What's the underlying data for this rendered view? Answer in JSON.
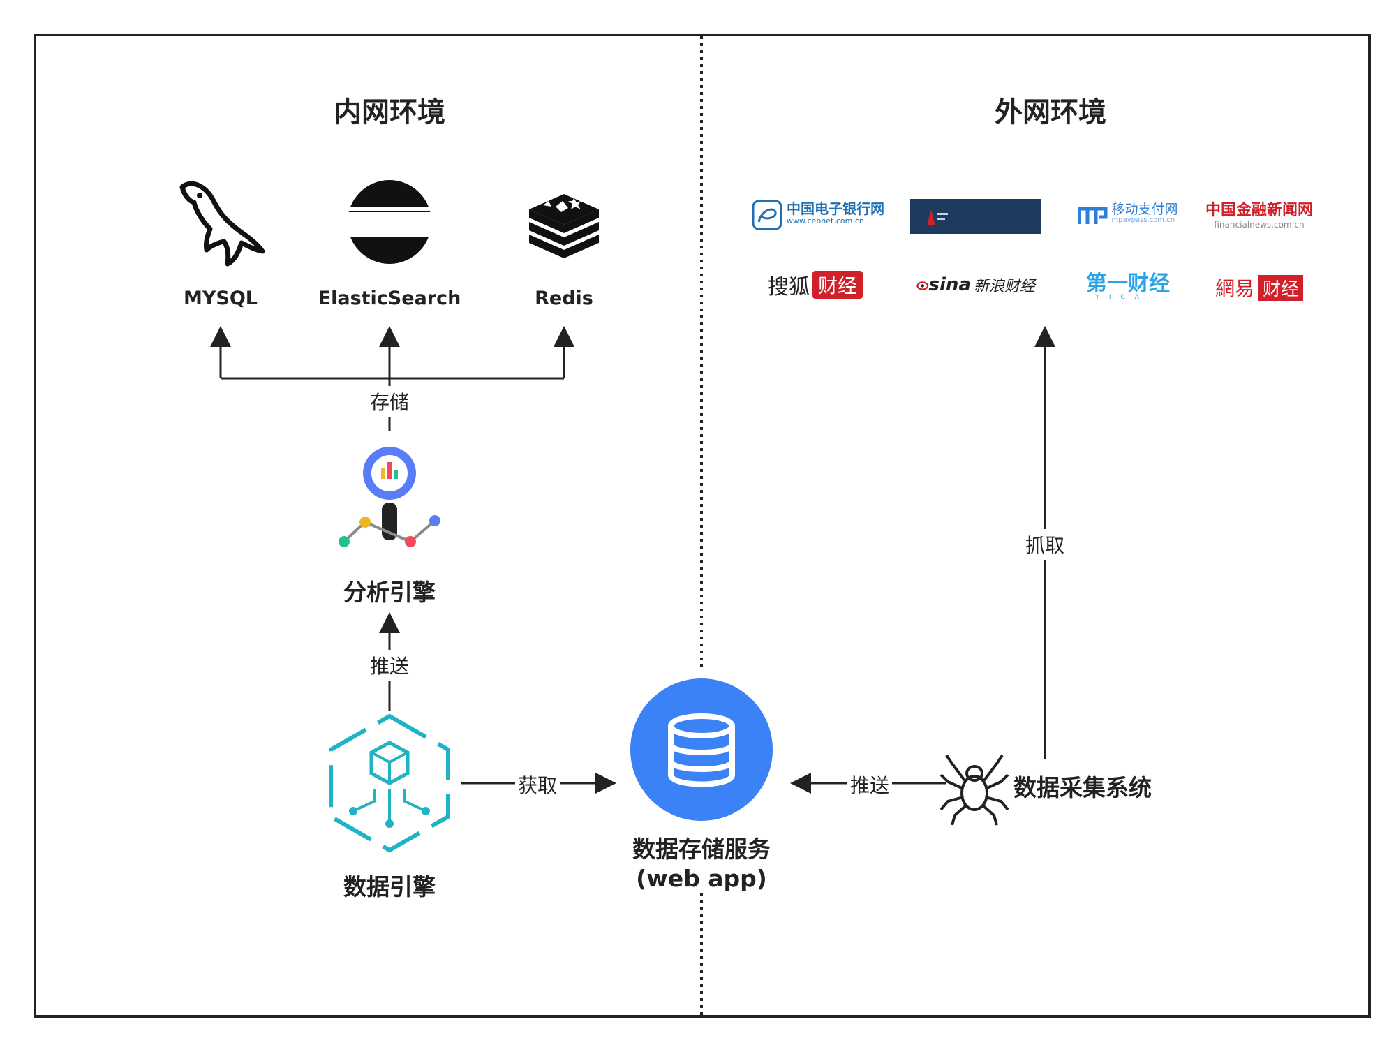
{
  "zones": {
    "intranet_title": "内网环境",
    "extranet_title": "外网环境"
  },
  "databases": [
    {
      "name": "MYSQL",
      "icon": "mysql-dolphin-icon"
    },
    {
      "name": "ElasticSearch",
      "icon": "elasticsearch-icon"
    },
    {
      "name": "Redis",
      "icon": "redis-icon"
    }
  ],
  "nodes": {
    "analysis_engine": "分析引擎",
    "data_engine": "数据引擎",
    "storage_service_line1": "数据存储服务",
    "storage_service_line2": "(web app)",
    "collection_system": "数据采集系统"
  },
  "edges": {
    "store": "存储",
    "push_analysis": "推送",
    "fetch": "获取",
    "push_storage": "推送",
    "crawl": "抓取"
  },
  "sources": [
    {
      "name": "中国电子银行网",
      "sub": "www.cebnet.com.cn",
      "color": "#1f6fb2"
    },
    {
      "name": "",
      "sub": "",
      "color": "#1d3a5f"
    },
    {
      "name": "移动支付网",
      "sub": "mpaypass.com.cn",
      "color": "#2b7fd6"
    },
    {
      "name": "中国金融新闻网",
      "sub": "financialnews.com.cn",
      "color": "#d0202a"
    },
    {
      "name": "搜狐",
      "badge": "财经",
      "color": "#d0202a"
    },
    {
      "name": "sina",
      "sub": "新浪财经",
      "color": "#d0202a"
    },
    {
      "name": "第一财经",
      "sub": "YICAI",
      "color": "#2aa3e8"
    },
    {
      "name": "網易",
      "badge": "财经",
      "color": "#d0202a"
    }
  ],
  "colors": {
    "storage_blue": "#3b82f6",
    "engine_teal": "#1fb4c4",
    "analysis_blue": "#5b7cf7"
  }
}
